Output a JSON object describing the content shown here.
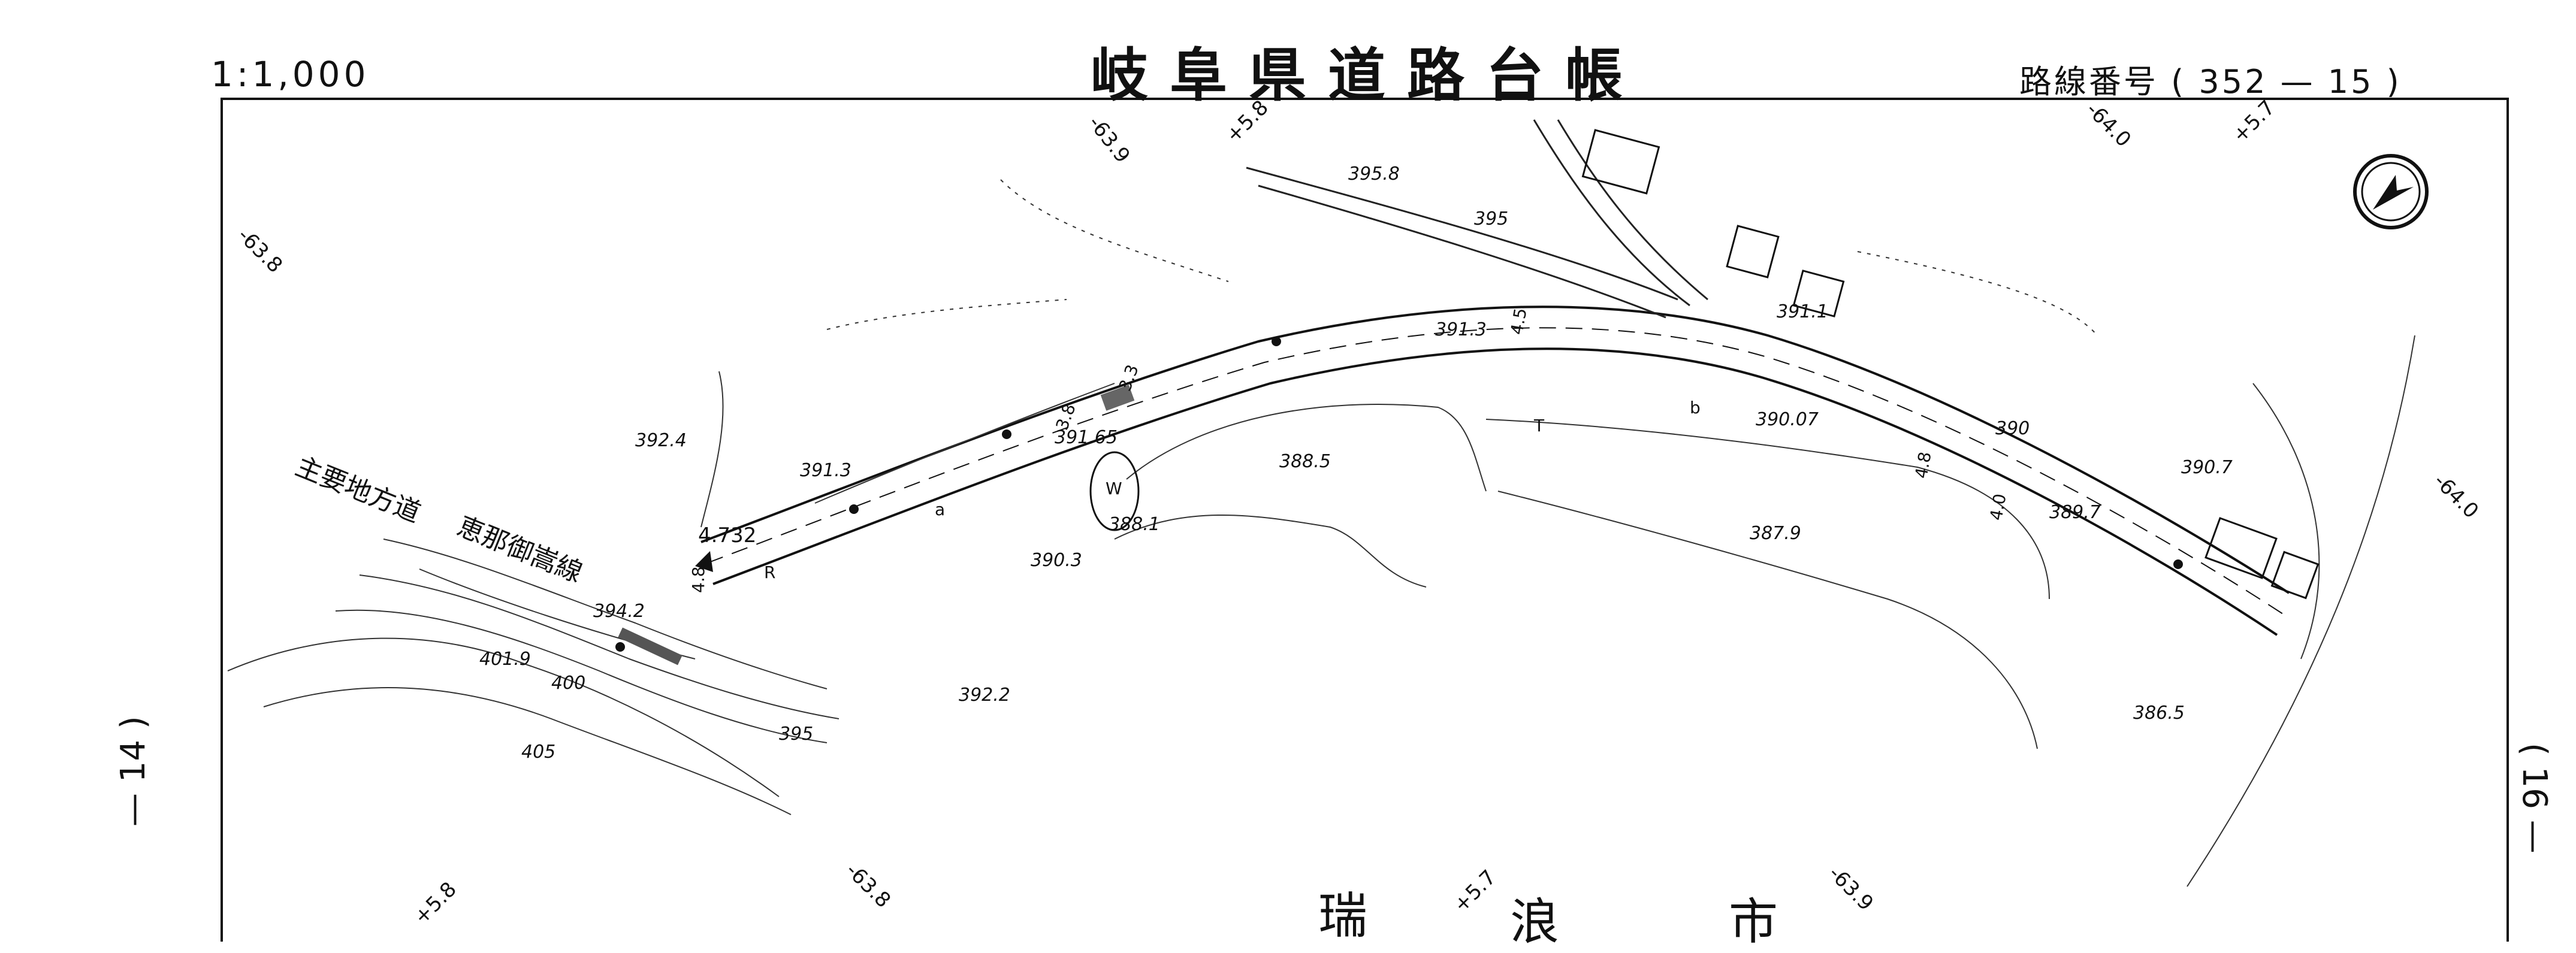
{
  "header": {
    "scale": "1:1,000",
    "title": "岐阜県道路台帳",
    "route_number": "路線番号 ( 352 — 15 )"
  },
  "route_label": {
    "line1": "主要地方道",
    "line2": "恵那御嵩線"
  },
  "city": {
    "char1": "瑞",
    "char2": "浪",
    "char3": "市"
  },
  "sheet_links": {
    "left": "— 14 )",
    "right": "( 16 —"
  },
  "compass": {
    "icon": "north-arrow-icon"
  },
  "grid_marks": {
    "top_1": "-63.9",
    "top_2": "+5.8",
    "top_3": "-64.0",
    "top_4": "+5.7",
    "left": "-63.8",
    "right": "-64.0",
    "bottom_1": "+5.8",
    "bottom_2": "-63.8",
    "bottom_3": "+5.7",
    "bottom_4": "-63.9"
  },
  "elevations": {
    "e395_8": "395.8",
    "e395": "395",
    "e391_1": "391.1",
    "e391_3_road": "391.3",
    "e392_4": "392.4",
    "e391_3": "391.3",
    "e391_65": "391.65",
    "e388_5": "388.5",
    "e390_07": "390.07",
    "e390": "390",
    "e390_7": "390.7",
    "e389_7": "389.7",
    "e387_9": "387.9",
    "e390_3": "390.3",
    "e388_1": "388.1",
    "e394_2": "394.2",
    "e401_9": "401.9",
    "e400": "400",
    "e395_lower": "395",
    "e405": "405",
    "e392_2": "392.2",
    "e386_5": "386.5"
  },
  "road_annotations": {
    "width_left": "4.8",
    "width_1": "4.5",
    "width_2": "4.8",
    "width_3": "4.0",
    "km_marker": "4.732",
    "bridge_1": "3.8",
    "bridge_2": "3.3",
    "water_mark": "W",
    "curb_r": "R",
    "curb_a": "a",
    "curb_b": "b",
    "curb_t": "T"
  }
}
